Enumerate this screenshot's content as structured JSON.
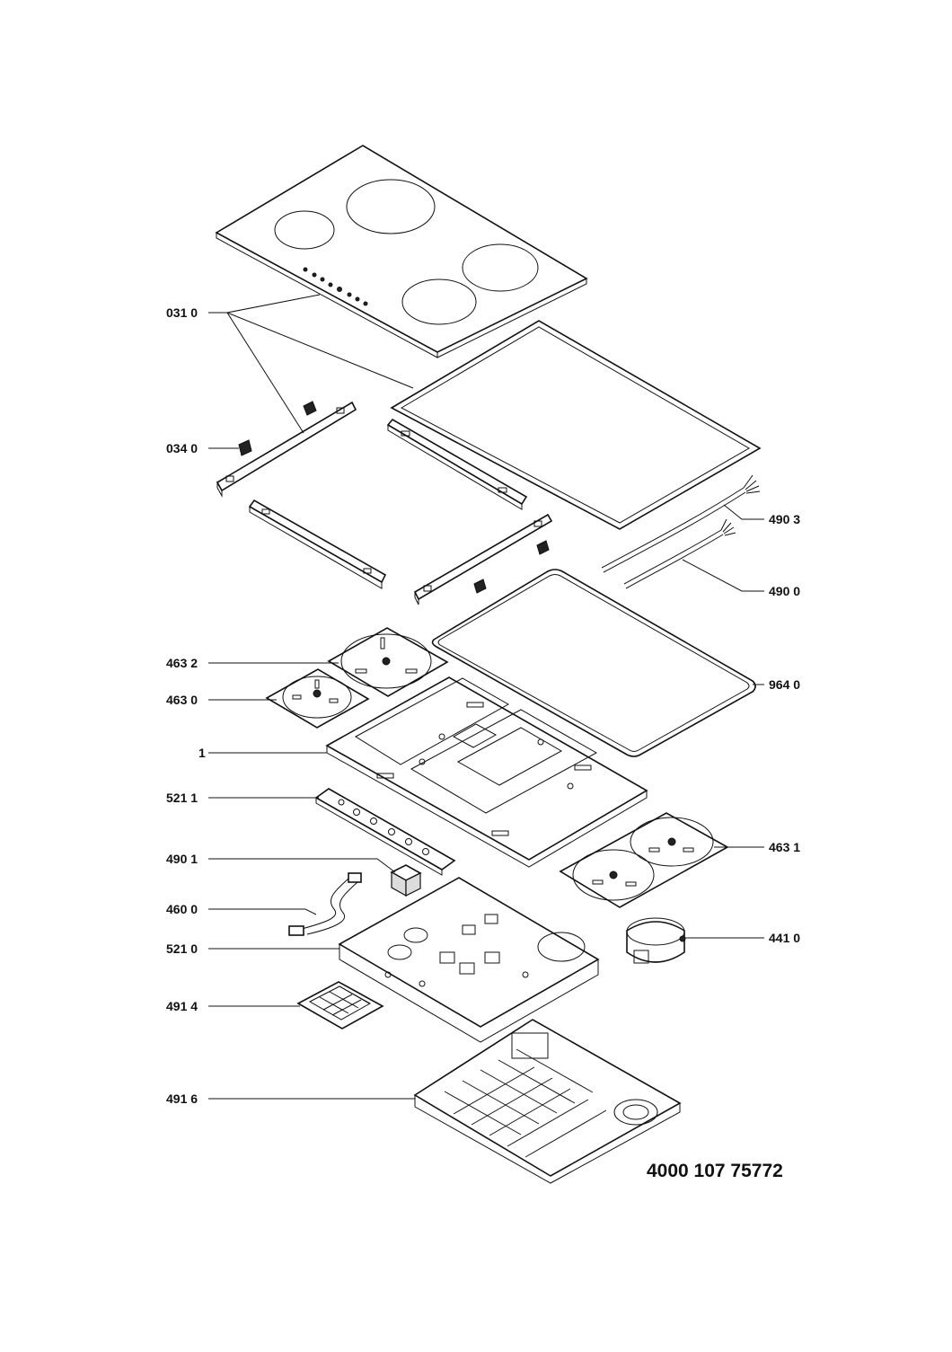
{
  "diagram": {
    "document_number": "4000 107 75772",
    "labels": {
      "p0310": "031 0",
      "p0340": "034 0",
      "p4903": "490 3",
      "p4900": "490 0",
      "p4632": "463 2",
      "p4630": "463 0",
      "p9640": "964 0",
      "p1": "1",
      "p5211": "521 1",
      "p4631": "463 1",
      "p4901": "490 1",
      "p4600": "460 0",
      "p5210": "521 0",
      "p4410": "441 0",
      "p4914": "491 4",
      "p4916": "491 6"
    }
  }
}
